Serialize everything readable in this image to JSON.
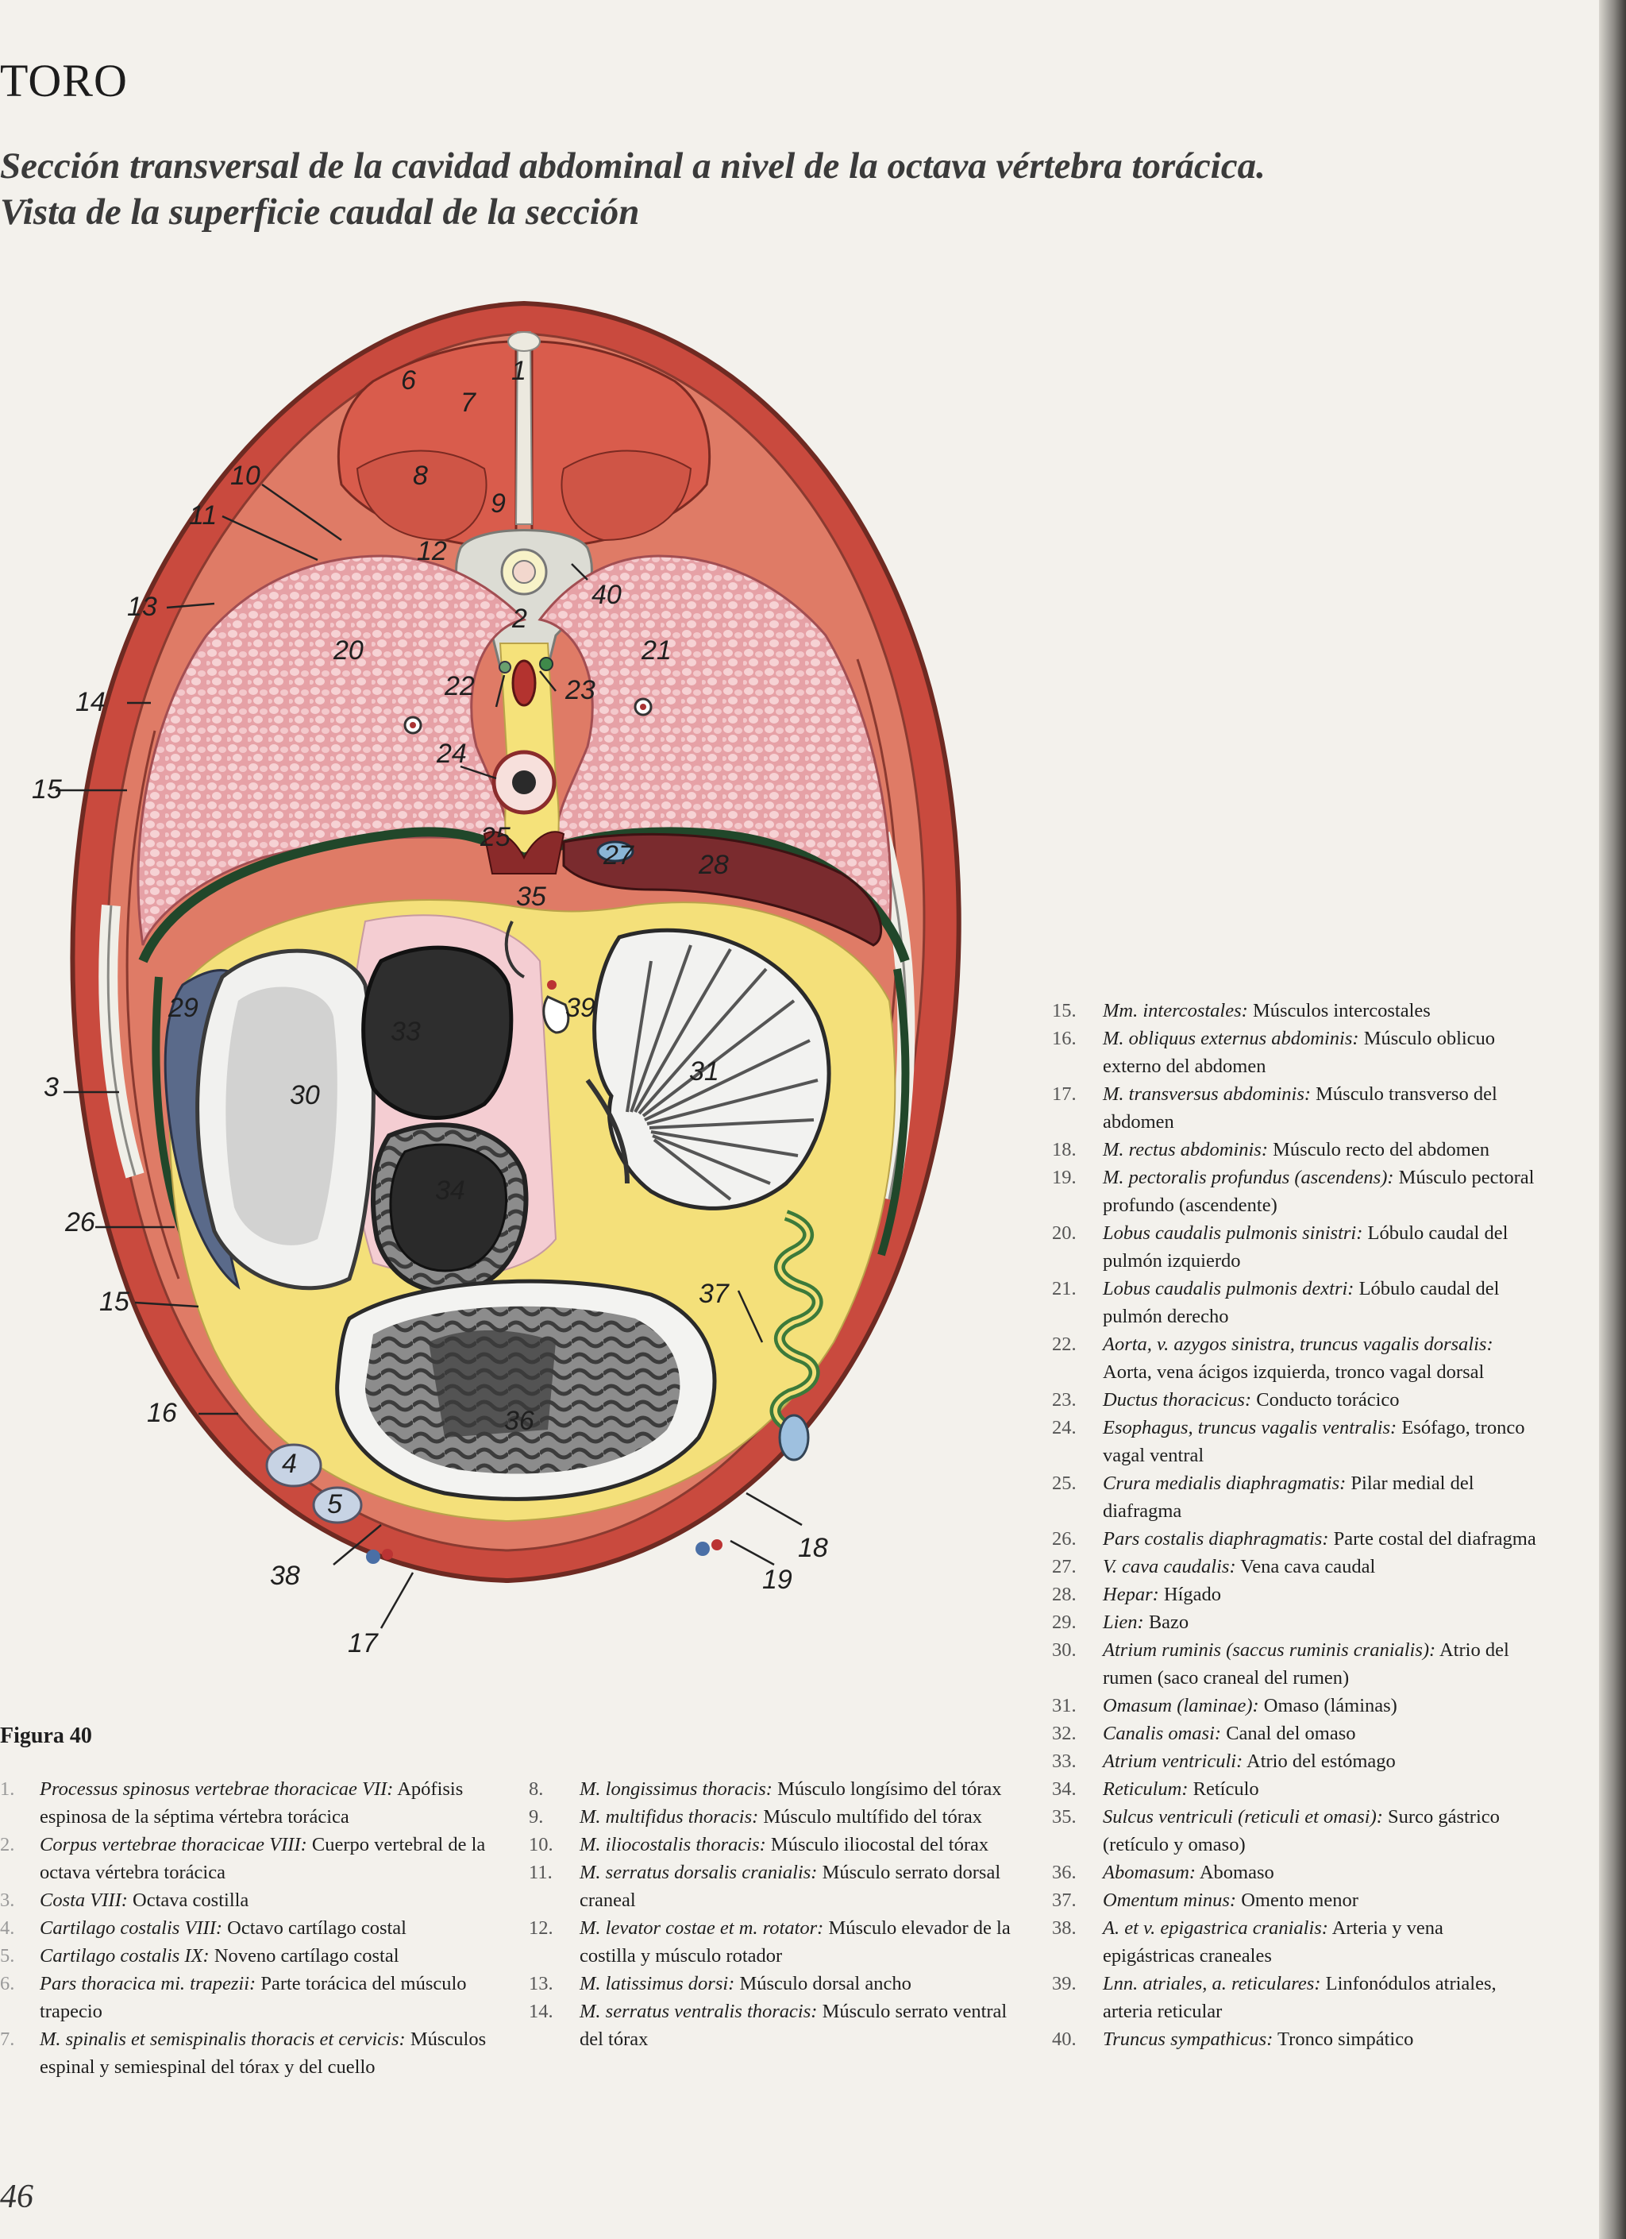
{
  "header": {
    "title": "TORO"
  },
  "subtitle": {
    "line1": "Sección transversal de la cavidad abdominal a nivel de la octava vértebra torácica.",
    "line2": "Vista de la superficie caudal de la sección"
  },
  "figure": {
    "label": "Figura 40",
    "callouts": [
      "1",
      "2",
      "3",
      "4",
      "5",
      "6",
      "7",
      "8",
      "9",
      "10",
      "11",
      "12",
      "13",
      "14",
      "15",
      "15",
      "16",
      "17",
      "18",
      "19",
      "20",
      "21",
      "22",
      "23",
      "24",
      "25",
      "26",
      "27",
      "28",
      "29",
      "30",
      "31",
      "33",
      "34",
      "35",
      "36",
      "37",
      "38",
      "39",
      "40"
    ]
  },
  "legend": {
    "col1": [
      {
        "num": "1.",
        "lat": "Processus spinosus vertebrae thoracicae VII:",
        "es": " Apófisis espinosa de la séptima vértebra torácica"
      },
      {
        "num": "2.",
        "lat": "Corpus vertebrae thoracicae VIII:",
        "es": " Cuerpo vertebral de la octava vértebra torácica"
      },
      {
        "num": "3.",
        "lat": "Costa VIII:",
        "es": " Octava costilla"
      },
      {
        "num": "4.",
        "lat": "Cartilago costalis VIII:",
        "es": " Octavo cartílago costal"
      },
      {
        "num": "5.",
        "lat": "Cartilago costalis IX:",
        "es": " Noveno cartílago costal"
      },
      {
        "num": "6.",
        "lat": "Pars thoracica mi. trapezii:",
        "es": " Parte torácica del músculo trapecio"
      },
      {
        "num": "7.",
        "lat": "M. spinalis et semispinalis thoracis et cervicis:",
        "es": " Músculos espinal y semiespinal del tórax y del cuello"
      }
    ],
    "col2": [
      {
        "num": "8.",
        "lat": "M. longissimus thoracis:",
        "es": " Músculo longísimo del tórax"
      },
      {
        "num": "9.",
        "lat": "M. multifidus thoracis:",
        "es": " Músculo multífido del tórax"
      },
      {
        "num": "10.",
        "lat": "M. iliocostalis thoracis:",
        "es": " Músculo iliocostal del tórax"
      },
      {
        "num": "11.",
        "lat": "M. serratus dorsalis cranialis:",
        "es": " Músculo serrato dorsal craneal"
      },
      {
        "num": "12.",
        "lat": "M. levator costae et m. rotator:",
        "es": " Músculo elevador de la costilla y músculo rotador"
      },
      {
        "num": "13.",
        "lat": "M. latissimus dorsi:",
        "es": " Músculo dorsal ancho"
      },
      {
        "num": "14.",
        "lat": "M. serratus ventralis thoracis:",
        "es": " Músculo serrato ventral del tórax"
      }
    ],
    "col3": [
      {
        "num": "15.",
        "lat": "Mm. intercostales:",
        "es": " Músculos intercostales"
      },
      {
        "num": "16.",
        "lat": "M. obliquus externus abdominis:",
        "es": " Músculo oblicuo externo del abdomen"
      },
      {
        "num": "17.",
        "lat": "M. transversus abdominis:",
        "es": " Músculo transverso del abdomen"
      },
      {
        "num": "18.",
        "lat": "M. rectus abdominis:",
        "es": " Músculo recto del abdomen"
      },
      {
        "num": "19.",
        "lat": "M. pectoralis profundus (ascendens):",
        "es": " Músculo pectoral profundo (ascendente)"
      },
      {
        "num": "20.",
        "lat": "Lobus caudalis pulmonis sinistri:",
        "es": " Lóbulo caudal del pulmón izquierdo"
      },
      {
        "num": "21.",
        "lat": "Lobus caudalis pulmonis dextri:",
        "es": " Lóbulo caudal del pulmón derecho"
      },
      {
        "num": "22.",
        "lat": "Aorta, v. azygos sinistra, truncus vagalis dorsalis:",
        "es": " Aorta, vena ácigos izquierda, tronco vagal dorsal"
      },
      {
        "num": "23.",
        "lat": "Ductus thoracicus:",
        "es": " Conducto torácico"
      },
      {
        "num": "24.",
        "lat": "Esophagus, truncus vagalis ventralis:",
        "es": " Esófago, tronco vagal ventral"
      },
      {
        "num": "25.",
        "lat": "Crura medialis diaphragmatis:",
        "es": " Pilar medial del diafragma"
      },
      {
        "num": "26.",
        "lat": "Pars costalis diaphragmatis:",
        "es": " Parte costal del diafragma"
      },
      {
        "num": "27.",
        "lat": "V. cava caudalis:",
        "es": " Vena cava caudal"
      },
      {
        "num": "28.",
        "lat": "Hepar:",
        "es": " Hígado"
      },
      {
        "num": "29.",
        "lat": "Lien:",
        "es": " Bazo"
      },
      {
        "num": "30.",
        "lat": "Atrium ruminis (saccus ruminis cranialis):",
        "es": " Atrio del rumen (saco craneal del rumen)"
      },
      {
        "num": "31.",
        "lat": "Omasum (laminae):",
        "es": " Omaso (láminas)"
      },
      {
        "num": "32.",
        "lat": "Canalis omasi:",
        "es": " Canal del omaso"
      },
      {
        "num": "33.",
        "lat": "Atrium ventriculi:",
        "es": " Atrio del estómago"
      },
      {
        "num": "34.",
        "lat": "Reticulum:",
        "es": " Retículo"
      },
      {
        "num": "35.",
        "lat": "Sulcus ventriculi (reticuli et omasi):",
        "es": " Surco gástrico (retículo y omaso)"
      },
      {
        "num": "36.",
        "lat": "Abomasum:",
        "es": " Abomaso"
      },
      {
        "num": "37.",
        "lat": "Omentum minus:",
        "es": " Omento menor"
      },
      {
        "num": "38.",
        "lat": "A. et v. epigastrica cranialis:",
        "es": " Arteria y vena epigástricas craneales"
      },
      {
        "num": "39.",
        "lat": "Lnn. atriales, a. reticulares:",
        "es": " Linfonódulos atriales, arteria reticular"
      },
      {
        "num": "40.",
        "lat": "Truncus sympathicus:",
        "es": " Tronco simpático"
      }
    ]
  },
  "page": {
    "number": "46"
  },
  "colors": {
    "muscle": "#d9624f",
    "lung": "#e8aeb0",
    "liver": "#7a2b2e",
    "fat": "#f4e07a",
    "diaphragm": "#2d5a36",
    "bone": "#dcdcd4"
  }
}
